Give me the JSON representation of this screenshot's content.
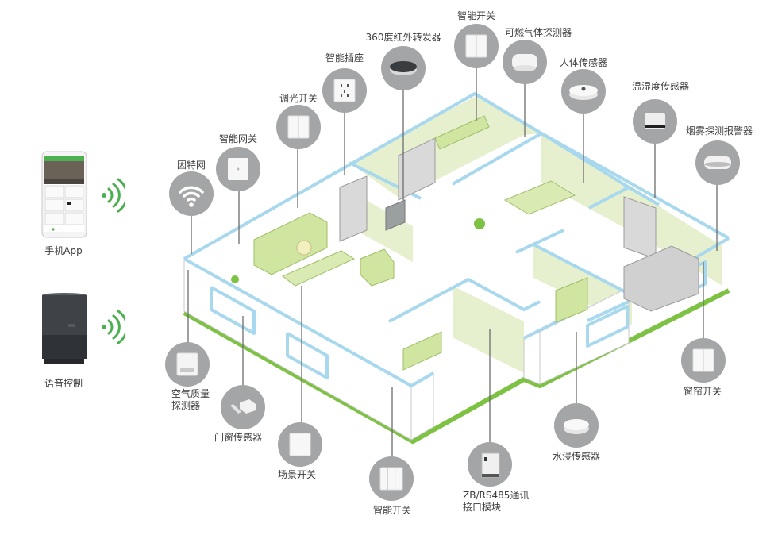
{
  "diagram": {
    "colors": {
      "wall_outline": "#a8d8ee",
      "floor_edge": "#7dc243",
      "room_fill": "#e6f0cf",
      "furniture": "#cfe5a0",
      "device_circle": "#a3a5a6",
      "wifi_waves": "#4caf50",
      "leader_line": "#6d6d6d"
    },
    "controls": [
      {
        "id": "mobile-app",
        "label": "手机App"
      },
      {
        "id": "voice-control",
        "label": "语音控制"
      }
    ],
    "devices": [
      {
        "id": "internet",
        "label": "因特网",
        "icon": "wifi-icon"
      },
      {
        "id": "smart-gateway",
        "label": "智能网关",
        "icon": "gateway-icon"
      },
      {
        "id": "dimmer-switch",
        "label": "调光开关",
        "icon": "two-gang-switch-icon"
      },
      {
        "id": "smart-socket",
        "label": "智能插座",
        "icon": "power-socket-icon"
      },
      {
        "id": "ir-blaster",
        "label": "360度红外转发器",
        "icon": "ir-blaster-icon"
      },
      {
        "id": "smart-switch-top",
        "label": "智能开关",
        "icon": "two-gang-switch-icon"
      },
      {
        "id": "gas-detector",
        "label": "可燃气体探测器",
        "icon": "gas-detector-icon"
      },
      {
        "id": "motion-sensor",
        "label": "人体传感器",
        "icon": "motion-sensor-icon"
      },
      {
        "id": "temp-humidity-sensor",
        "label": "温湿度传感器",
        "icon": "temp-humidity-sensor-icon"
      },
      {
        "id": "smoke-alarm",
        "label": "烟雾探测报警器",
        "icon": "smoke-alarm-icon"
      },
      {
        "id": "air-quality-detector",
        "label": "空气质量\n探测器",
        "label_lines": [
          "空气质量",
          "探测器"
        ],
        "icon": "air-quality-icon"
      },
      {
        "id": "door-window-sensor",
        "label": "门窗传感器",
        "icon": "door-sensor-icon"
      },
      {
        "id": "scene-switch",
        "label": "场景开关",
        "icon": "scene-switch-icon"
      },
      {
        "id": "smart-switch-bottom",
        "label": "智能开关",
        "icon": "three-gang-switch-icon"
      },
      {
        "id": "zb-rs485-module",
        "label": "ZB/RS485通讯\n接口模块",
        "label_lines": [
          "ZB/RS485通讯",
          "接口模块"
        ],
        "icon": "din-module-icon"
      },
      {
        "id": "water-leak-sensor",
        "label": "水浸传感器",
        "icon": "water-sensor-icon"
      },
      {
        "id": "curtain-switch",
        "label": "窗帘开关",
        "icon": "two-gang-switch-icon"
      }
    ]
  }
}
